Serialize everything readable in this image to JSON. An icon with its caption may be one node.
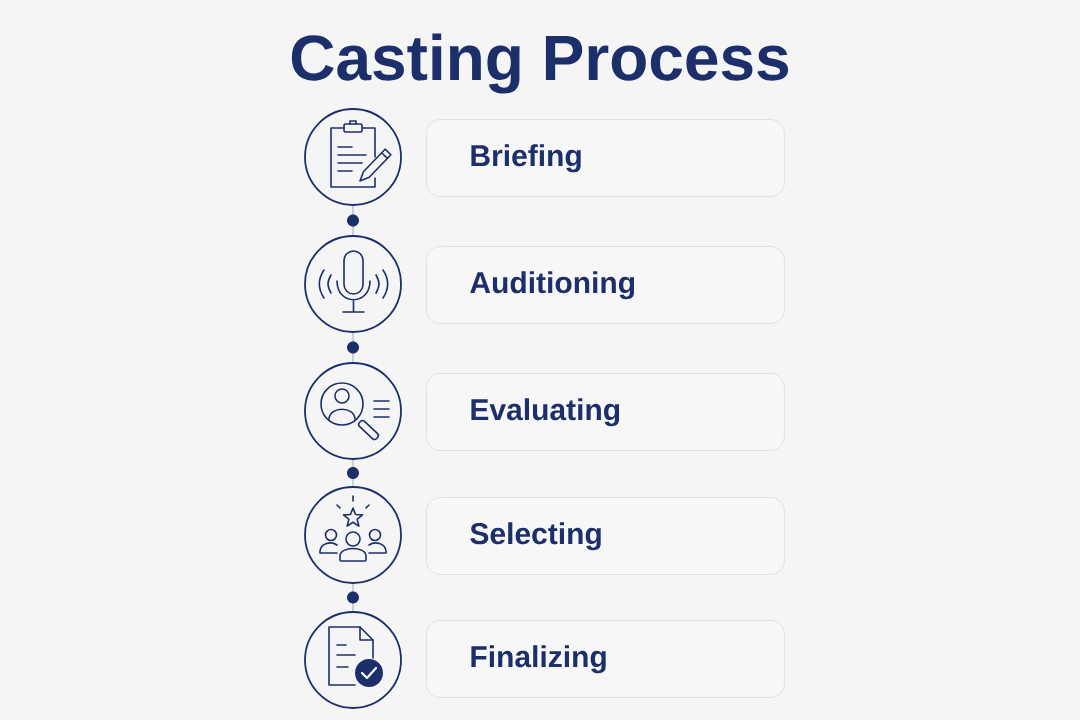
{
  "diagram": {
    "title": "Casting Process",
    "nodes": [
      {
        "text": [],
        "shape": "circle"
      },
      {
        "text": [
          "Briefing"
        ]
      },
      {
        "text": [],
        "shape": "circle"
      },
      {
        "text": [
          "Auditioning"
        ]
      },
      {
        "text": [],
        "shape": "circle"
      },
      {
        "text": [
          "Evaluating"
        ]
      },
      {
        "text": [],
        "shape": "circle"
      },
      {
        "text": [
          "Selecting"
        ]
      },
      {
        "text": [],
        "shape": "circle"
      },
      {
        "text": [
          "Finalizing"
        ]
      }
    ],
    "edges": [
      {
        "from": 0,
        "to": 2,
        "arrow": "none"
      },
      {
        "from": 2,
        "to": 4,
        "arrow": "none"
      },
      {
        "from": 4,
        "to": 6,
        "arrow": "none"
      },
      {
        "from": 6,
        "to": 8,
        "arrow": "none"
      }
    ]
  }
}
